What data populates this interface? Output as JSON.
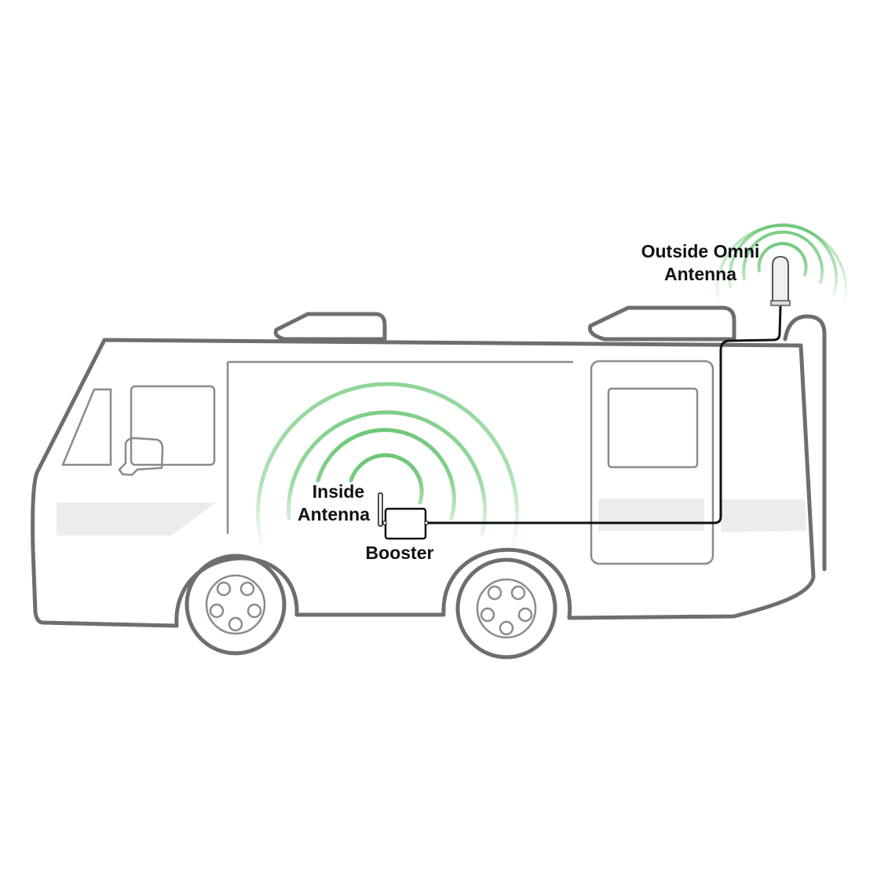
{
  "labels": {
    "outside_antenna_line1": "Outside Omni",
    "outside_antenna_line2": "Antenna",
    "inside_antenna_line1": "Inside",
    "inside_antenna_line2": "Antenna",
    "booster": "Booster"
  },
  "colors": {
    "signal_green": "#3db54a",
    "vehicle_outline": "#6d6e71",
    "cable": "#111111",
    "stripe": "#ececef"
  }
}
